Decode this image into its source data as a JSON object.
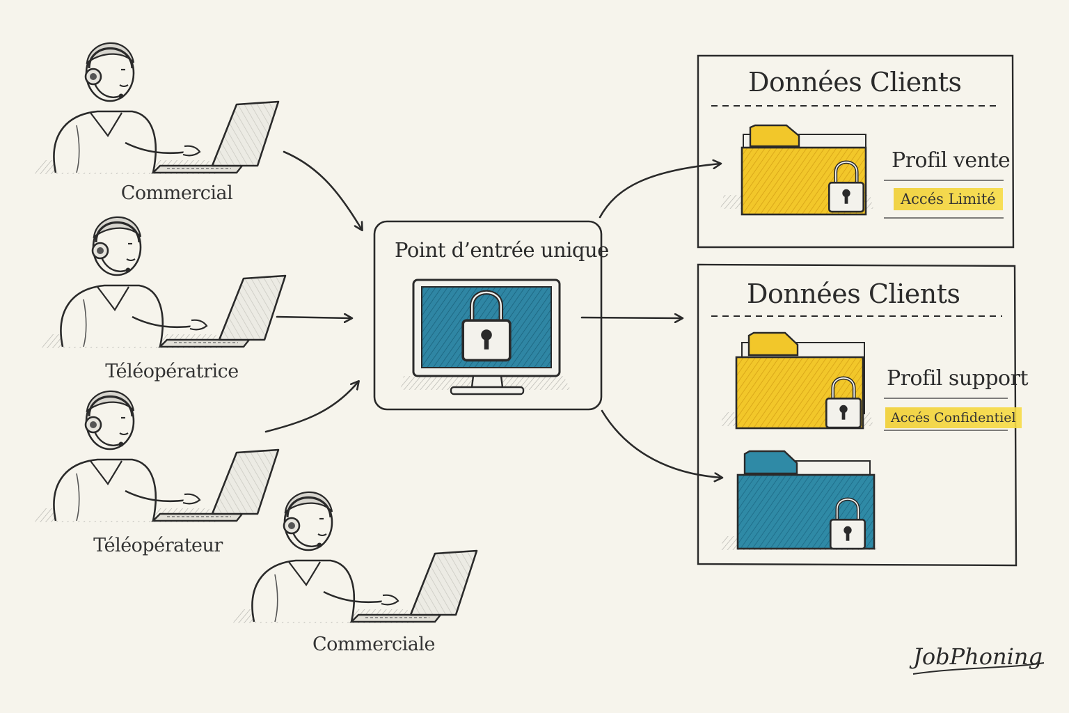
{
  "users": [
    {
      "label": "Commercial"
    },
    {
      "label": "Téléopératrice"
    },
    {
      "label": "Téléopérateur"
    },
    {
      "label": "Commerciale"
    }
  ],
  "entry_point": {
    "title": "Point d’entrée unique"
  },
  "panels": [
    {
      "title": "Données Clients",
      "profile": "Profil vente",
      "access": "Accés Limité"
    },
    {
      "title": "Données Clients",
      "profile": "Profil support",
      "access": "Accés Confidentiel"
    }
  ],
  "brand": "JobPhoning",
  "colors": {
    "folder_yellow": "#f2c72a",
    "folder_blue": "#2f8aa6",
    "screen_blue": "#2f86a4",
    "ink": "#2a2a2a",
    "paper": "#f6f4ec",
    "highlight": "#f3d23a"
  }
}
